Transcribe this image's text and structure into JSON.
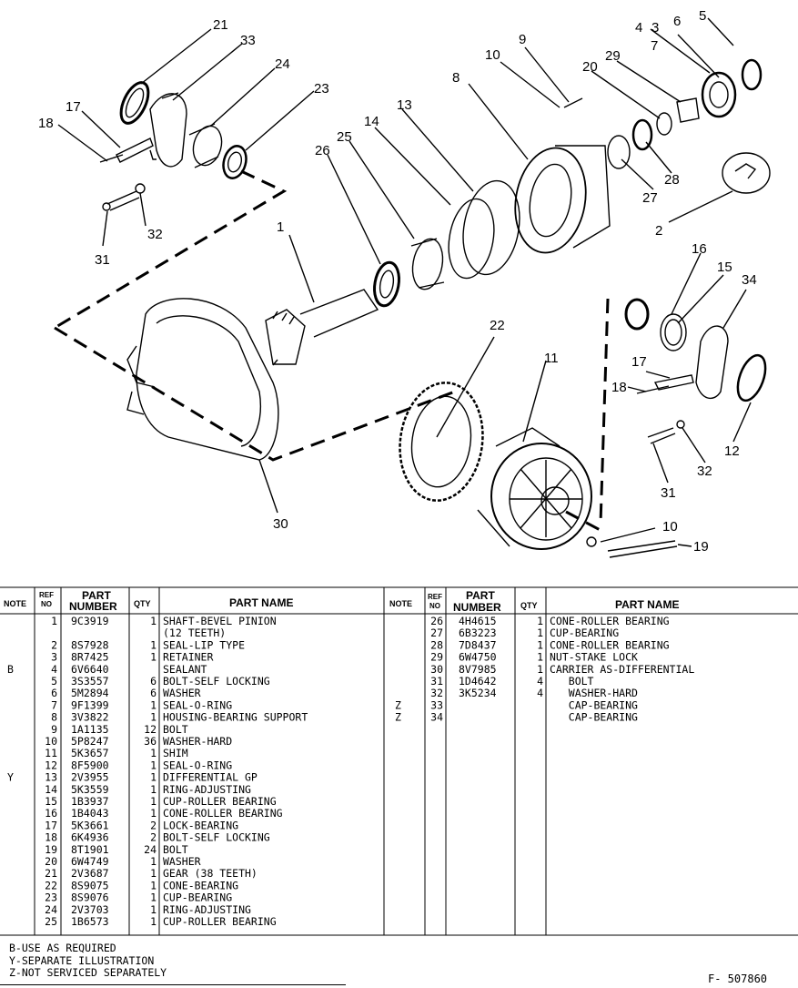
{
  "callouts": [
    "1",
    "2",
    "3",
    "4",
    "5",
    "6",
    "7",
    "8",
    "9",
    "10",
    "10",
    "11",
    "12",
    "13",
    "14",
    "15",
    "16",
    "17",
    "17",
    "18",
    "18",
    "19",
    "20",
    "21",
    "22",
    "23",
    "24",
    "25",
    "26",
    "27",
    "28",
    "29",
    "30",
    "31",
    "31",
    "32",
    "32",
    "33",
    "34"
  ],
  "table": {
    "headers": {
      "note": "NOTE",
      "ref_line1": "REF",
      "ref_line2": "NO",
      "part_line1": "PART",
      "part_line2": "NUMBER",
      "qty": "QTY",
      "name": "PART NAME"
    },
    "left_rows": [
      {
        "note": "",
        "ref": "1",
        "part": "9C3919",
        "qty": "1",
        "name": "SHAFT-BEVEL PINION"
      },
      {
        "note": "",
        "ref": "",
        "part": "",
        "qty": "",
        "name": "(12 TEETH)"
      },
      {
        "note": "",
        "ref": "2",
        "part": "8S7928",
        "qty": "1",
        "name": "SEAL-LIP TYPE"
      },
      {
        "note": "",
        "ref": "3",
        "part": "8R7425",
        "qty": "1",
        "name": "RETAINER"
      },
      {
        "note": "B",
        "ref": "4",
        "part": "6V6640",
        "qty": "",
        "name": "SEALANT"
      },
      {
        "note": "",
        "ref": "5",
        "part": "3S3557",
        "qty": "6",
        "name": "BOLT-SELF LOCKING"
      },
      {
        "note": "",
        "ref": "6",
        "part": "5M2894",
        "qty": "6",
        "name": "WASHER"
      },
      {
        "note": "",
        "ref": "7",
        "part": "9F1399",
        "qty": "1",
        "name": "SEAL-O-RING"
      },
      {
        "note": "",
        "ref": "8",
        "part": "3V3822",
        "qty": "1",
        "name": "HOUSING-BEARING SUPPORT"
      },
      {
        "note": "",
        "ref": "9",
        "part": "1A1135",
        "qty": "12",
        "name": "BOLT"
      },
      {
        "note": "",
        "ref": "10",
        "part": "5P8247",
        "qty": "36",
        "name": "WASHER-HARD"
      },
      {
        "note": "",
        "ref": "11",
        "part": "5K3657",
        "qty": "1",
        "name": "SHIM"
      },
      {
        "note": "",
        "ref": "12",
        "part": "8F5900",
        "qty": "1",
        "name": "SEAL-O-RING"
      },
      {
        "note": "Y",
        "ref": "13",
        "part": "2V3955",
        "qty": "1",
        "name": "DIFFERENTIAL GP"
      },
      {
        "note": "",
        "ref": "14",
        "part": "5K3559",
        "qty": "1",
        "name": "RING-ADJUSTING"
      },
      {
        "note": "",
        "ref": "15",
        "part": "1B3937",
        "qty": "1",
        "name": "CUP-ROLLER BEARING"
      },
      {
        "note": "",
        "ref": "16",
        "part": "1B4043",
        "qty": "1",
        "name": "CONE-ROLLER BEARING"
      },
      {
        "note": "",
        "ref": "17",
        "part": "5K3661",
        "qty": "2",
        "name": "LOCK-BEARING"
      },
      {
        "note": "",
        "ref": "18",
        "part": "6K4936",
        "qty": "2",
        "name": "BOLT-SELF LOCKING"
      },
      {
        "note": "",
        "ref": "19",
        "part": "8T1901",
        "qty": "24",
        "name": "BOLT"
      },
      {
        "note": "",
        "ref": "20",
        "part": "6W4749",
        "qty": "1",
        "name": "WASHER"
      },
      {
        "note": "",
        "ref": "21",
        "part": "2V3687",
        "qty": "1",
        "name": "GEAR (38 TEETH)"
      },
      {
        "note": "",
        "ref": "22",
        "part": "8S9075",
        "qty": "1",
        "name": "CONE-BEARING"
      },
      {
        "note": "",
        "ref": "23",
        "part": "8S9076",
        "qty": "1",
        "name": "CUP-BEARING"
      },
      {
        "note": "",
        "ref": "24",
        "part": "2V3703",
        "qty": "1",
        "name": "RING-ADJUSTING"
      },
      {
        "note": "",
        "ref": "25",
        "part": "1B6573",
        "qty": "1",
        "name": "CUP-ROLLER BEARING"
      }
    ],
    "right_rows": [
      {
        "note": "",
        "ref": "26",
        "part": "4H4615",
        "qty": "1",
        "name": "CONE-ROLLER BEARING"
      },
      {
        "note": "",
        "ref": "27",
        "part": "6B3223",
        "qty": "1",
        "name": "CUP-BEARING"
      },
      {
        "note": "",
        "ref": "28",
        "part": "7D8437",
        "qty": "1",
        "name": "CONE-ROLLER BEARING"
      },
      {
        "note": "",
        "ref": "29",
        "part": "6W4750",
        "qty": "1",
        "name": "NUT-STAKE LOCK"
      },
      {
        "note": "",
        "ref": "30",
        "part": "8V7985",
        "qty": "1",
        "name": "CARRIER AS-DIFFERENTIAL"
      },
      {
        "note": "",
        "ref": "31",
        "part": "1D4642",
        "qty": "4",
        "name": "   BOLT"
      },
      {
        "note": "",
        "ref": "32",
        "part": "3K5234",
        "qty": "4",
        "name": "   WASHER-HARD"
      },
      {
        "note": "Z",
        "ref": "33",
        "part": "",
        "qty": "",
        "name": "   CAP-BEARING"
      },
      {
        "note": "Z",
        "ref": "34",
        "part": "",
        "qty": "",
        "name": "   CAP-BEARING"
      }
    ]
  },
  "notes": [
    "B-USE AS REQUIRED",
    "Y-SEPARATE ILLUSTRATION",
    "Z-NOT SERVICED SEPARATELY"
  ],
  "figure_number": "F- 507860"
}
